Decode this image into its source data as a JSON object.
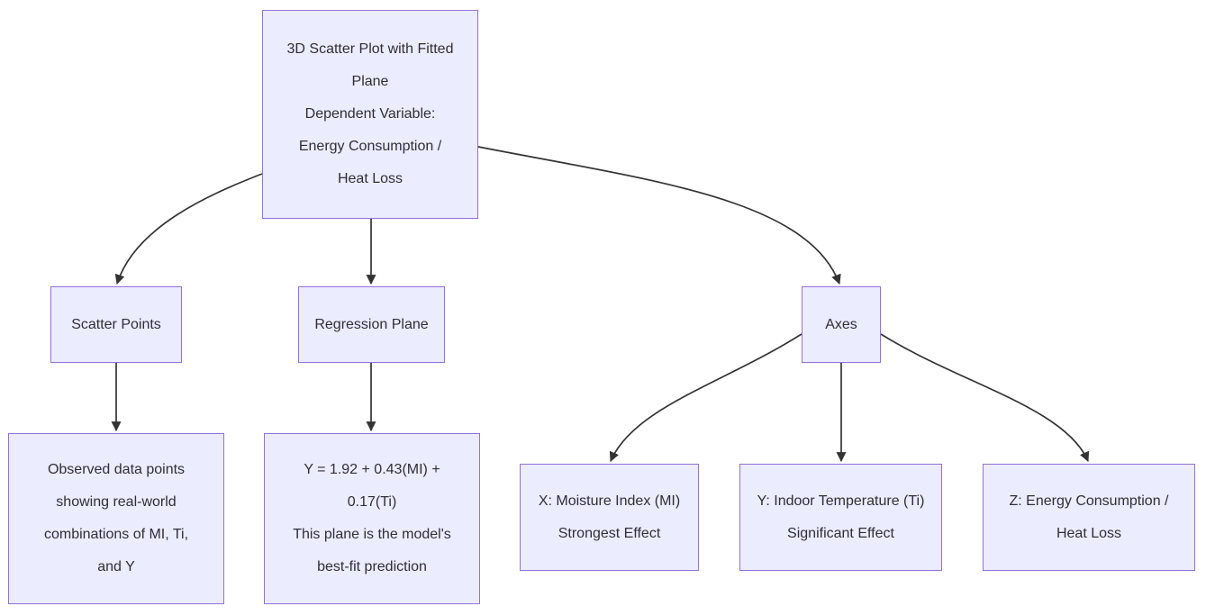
{
  "diagram": {
    "type": "flowchart",
    "nodes": {
      "root": {
        "label": "3D Scatter Plot with Fitted\nPlane\nDependent Variable:\nEnergy Consumption /\nHeat Loss"
      },
      "scatter": {
        "label": "Scatter Points"
      },
      "regression": {
        "label": "Regression Plane"
      },
      "axes": {
        "label": "Axes"
      },
      "observed": {
        "label": "Observed data points\nshowing real-world\ncombinations of MI, Ti,\nand Y"
      },
      "equation": {
        "label": "Y = 1.92 + 0.43(MI) +\n0.17(Ti)\nThis plane is the model's\nbest-fit prediction"
      },
      "axis_x": {
        "label": "X: Moisture Index (MI)\nStrongest Effect"
      },
      "axis_y": {
        "label": "Y: Indoor Temperature (Ti)\nSignificant Effect"
      },
      "axis_z": {
        "label": "Z: Energy Consumption /\nHeat Loss"
      }
    },
    "edges": [
      {
        "from": "root",
        "to": "scatter"
      },
      {
        "from": "root",
        "to": "regression"
      },
      {
        "from": "root",
        "to": "axes"
      },
      {
        "from": "scatter",
        "to": "observed"
      },
      {
        "from": "regression",
        "to": "equation"
      },
      {
        "from": "axes",
        "to": "axis_x"
      },
      {
        "from": "axes",
        "to": "axis_y"
      },
      {
        "from": "axes",
        "to": "axis_z"
      }
    ],
    "colors": {
      "node_fill": "#ECECFF",
      "node_border": "#9370DB",
      "edge": "#333333",
      "text": "#2E2E38",
      "background": "#FFFFFF"
    }
  }
}
